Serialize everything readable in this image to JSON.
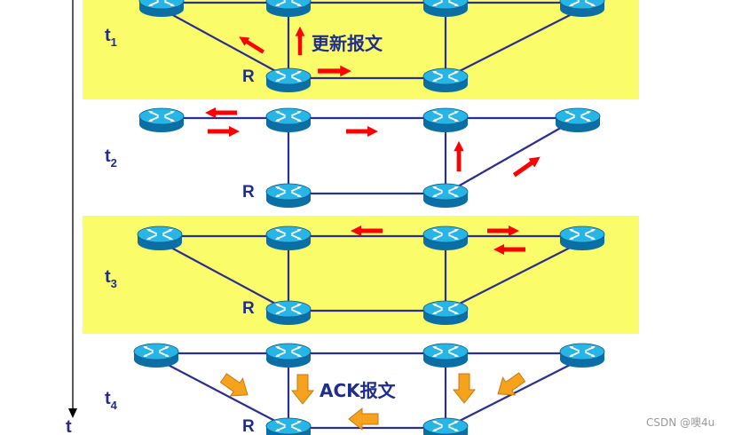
{
  "time_axis_label": "t",
  "router_label": "R",
  "panels": [
    {
      "time_base": "t",
      "time_sub": "1",
      "note": "更新报文",
      "highlight": true
    },
    {
      "time_base": "t",
      "time_sub": "2",
      "note": "",
      "highlight": false
    },
    {
      "time_base": "t",
      "time_sub": "3",
      "note": "",
      "highlight": true
    },
    {
      "time_base": "t",
      "time_sub": "4",
      "note": "ACK报文",
      "highlight": false
    }
  ],
  "watermark": "CSDN @噢4u",
  "colors": {
    "highlight": "#fbfc6a",
    "link": "#2b2f8e",
    "label": "#1f2d8f",
    "update_arrow": "#ff0000",
    "ack_arrow": "#f5a21d",
    "router_top": "#27b5e6",
    "router_side": "#0b6fa5"
  }
}
